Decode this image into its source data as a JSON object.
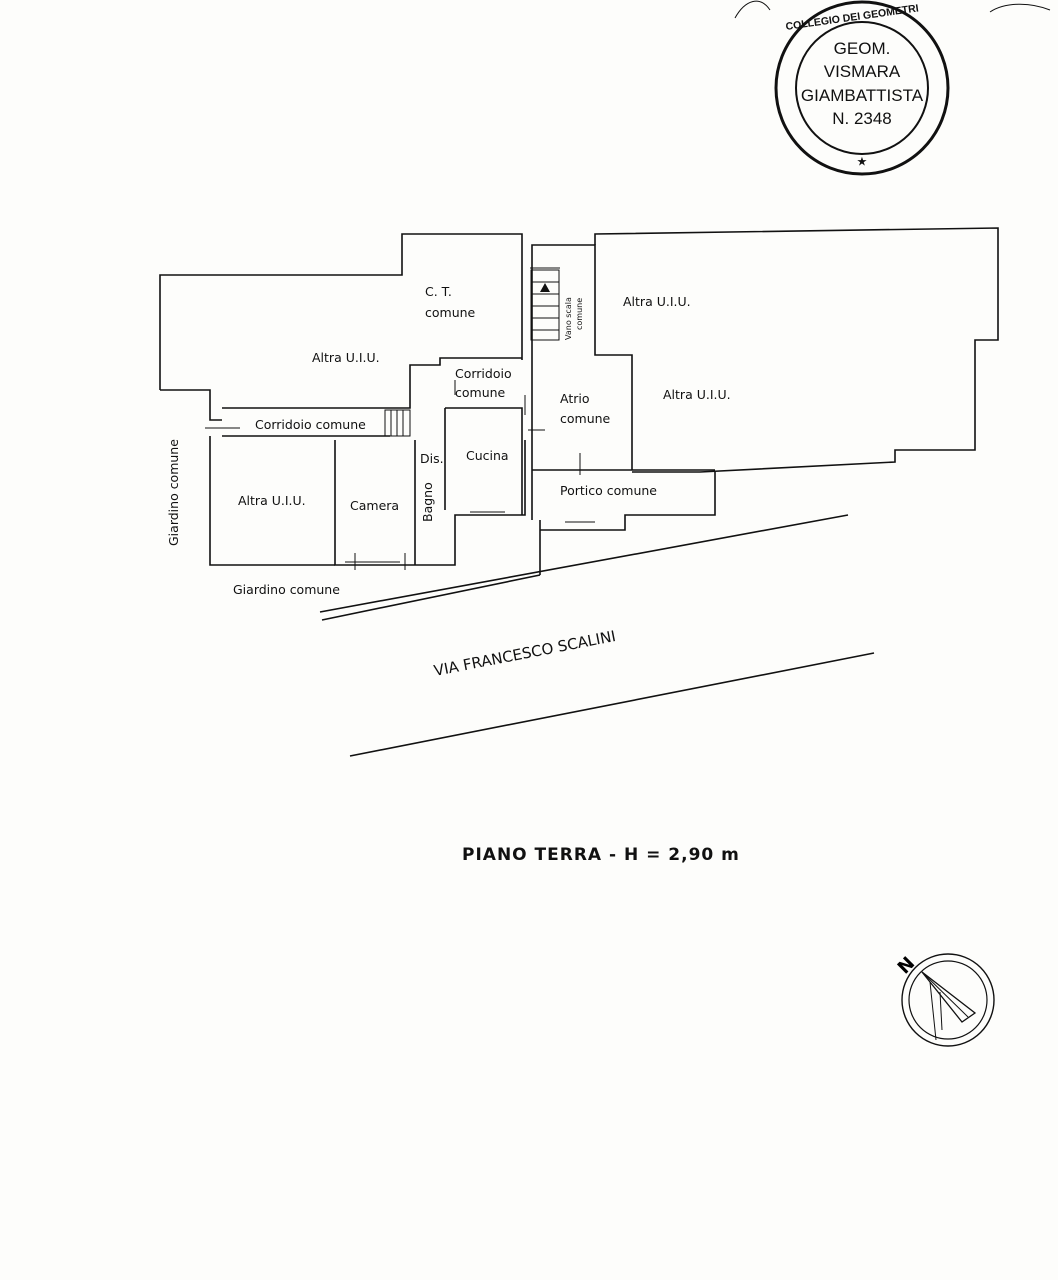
{
  "stamp": {
    "line1": "GEOM.",
    "line2": "VISMARA",
    "line3": "GIAMBATTISTA",
    "line4": "N. 2348",
    "ring_top": "COLLEGIO DEI GEOMETRI E DEI GEOMETRI LAUREATI DELLA PROVINCIA DI COMO",
    "ring_bottom": "★"
  },
  "rooms": {
    "ct_line1": "C. T.",
    "ct_line2": "comune",
    "altra_uiu_top_left": "Altra U.I.U.",
    "altra_uiu_top_right": "Altra U.I.U.",
    "altra_uiu_right": "Altra U.I.U.",
    "altra_uiu_bottom_left": "Altra U.I.U.",
    "vano_scala_line1": "Vano scala",
    "vano_scala_line2": "comune",
    "corridoio_line1": "Corridoio",
    "corridoio_line2": "comune",
    "corridoio_comune": "Corridoio comune",
    "atrio_line1": "Atrio",
    "atrio_line2": "comune",
    "cucina": "Cucina",
    "dis": "Dis.",
    "bagno": "Bagno",
    "camera": "Camera",
    "portico": "Portico comune",
    "giardino_left": "Giardino comune",
    "giardino_bottom": "Giardino comune"
  },
  "street": "VIA FRANCESCO SCALINI",
  "caption": "PIANO TERRA - H = 2,90 m",
  "compass": {
    "label": "N"
  }
}
